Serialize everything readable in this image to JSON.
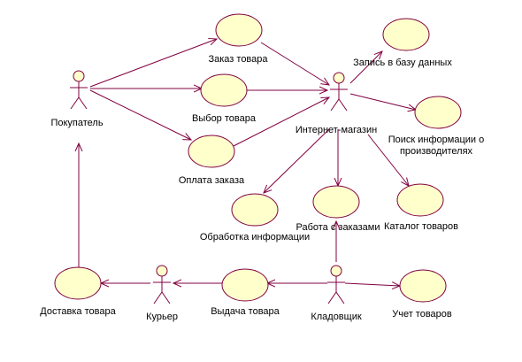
{
  "colors": {
    "usecase_fill": "#ffffcc",
    "stroke": "#800040",
    "text": "#000000",
    "background": "#ffffff"
  },
  "actors": {
    "buyer": "Покупатель",
    "shop": "Интернет-магазин",
    "courier": "Курьер",
    "storekeeper": "Кладовщик"
  },
  "usecases": {
    "order": "Заказ товара",
    "choose": "Выбор товара",
    "pay": "Оплата заказа",
    "db_record": "Запись в базу данных",
    "search_line1": "Поиск информации о",
    "search_line2": "производителях",
    "process_info": "Обработка информации",
    "orders_work": "Работа с заказами",
    "catalog": "Каталог товаров",
    "delivery": "Доставка товара",
    "issue": "Выдача товара",
    "accounting": "Учет товаров"
  }
}
